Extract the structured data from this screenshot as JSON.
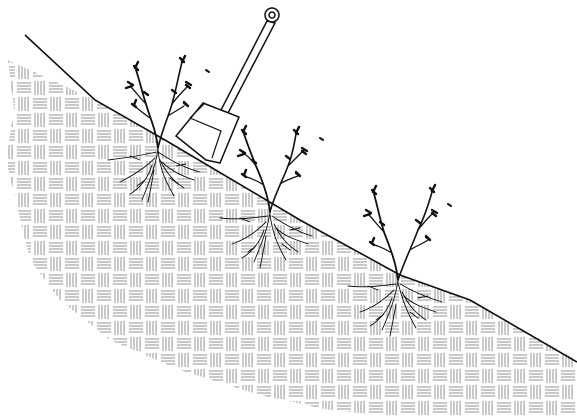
{
  "illustration": {
    "colors": {
      "ink": "#111111",
      "hatch": "#8a8a8a",
      "background": "#ffffff",
      "shovel_fill": "#ffffff"
    },
    "elements": {
      "slope": "ground-slope-line",
      "soil": "soil-hatch-pattern",
      "tool": "spade",
      "plants": [
        "seedling",
        "seedling",
        "seedling"
      ]
    }
  }
}
